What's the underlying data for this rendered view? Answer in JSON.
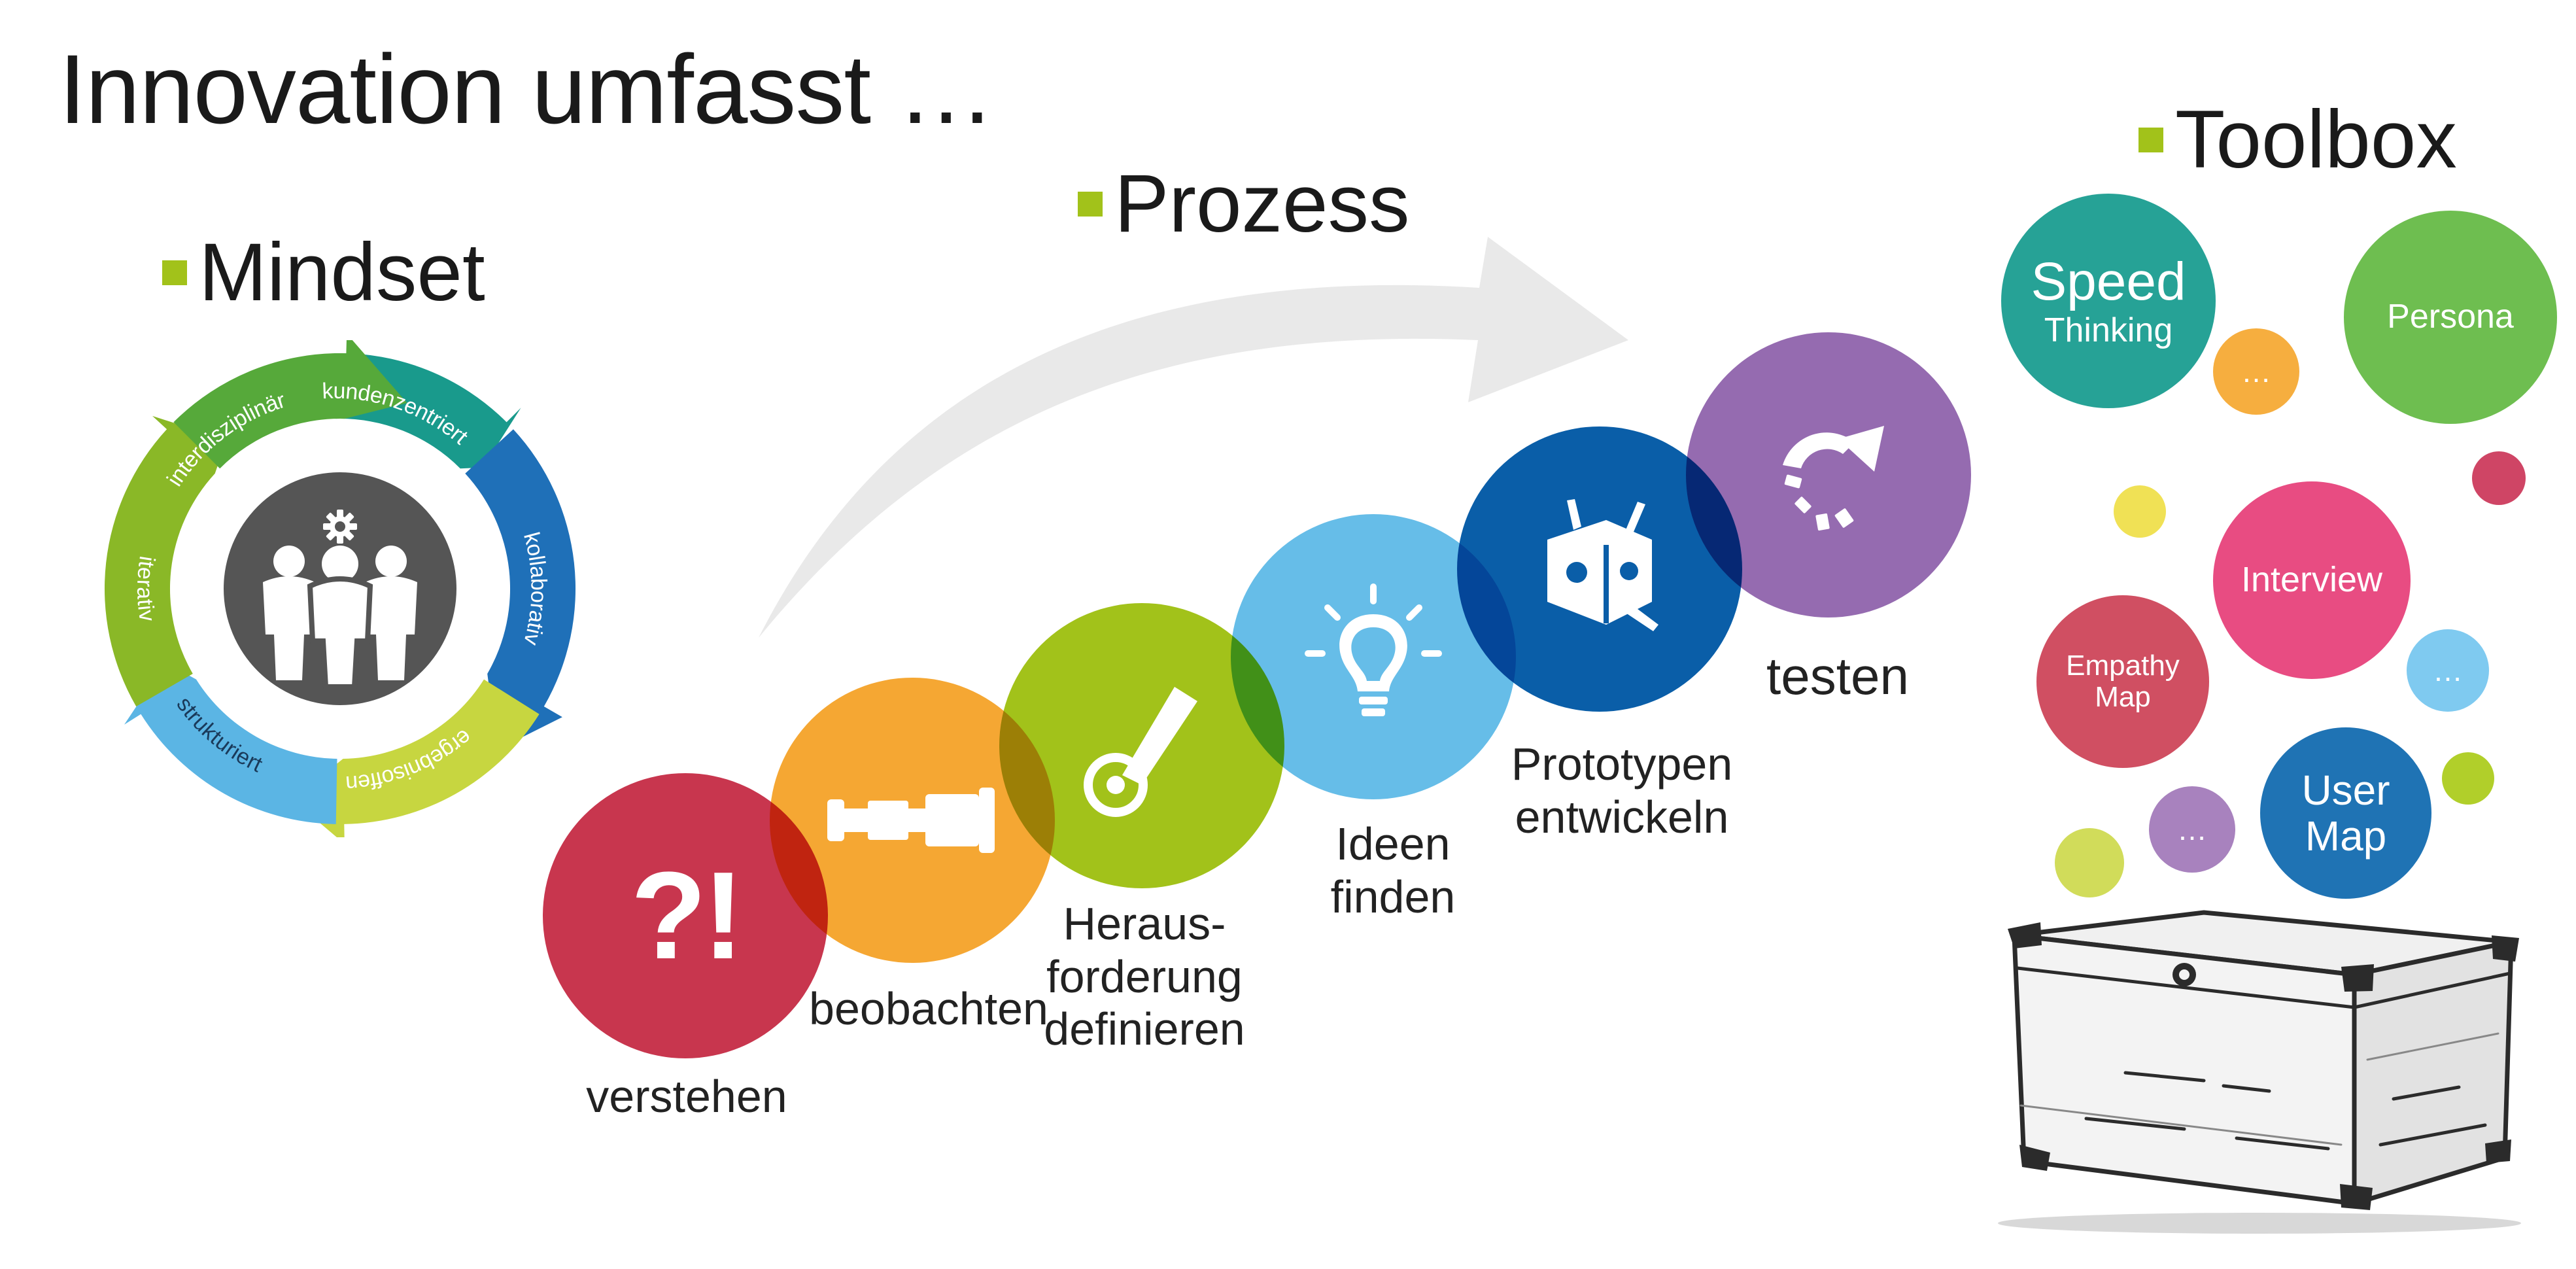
{
  "title": "Innovation umfasst …",
  "mindset": {
    "heading": "Mindset",
    "cycle": [
      "kundenzentriert",
      "kollaborativ",
      "ergebnisoffen",
      "strukturiert",
      "iterativ",
      "interdisziplinär"
    ]
  },
  "prozess": {
    "heading": "Prozess",
    "question_glyph": "?!",
    "steps": [
      {
        "label": "verstehen",
        "color": "#c8364e"
      },
      {
        "label": "beobachten",
        "color": "#f5a733"
      },
      {
        "label": "Heraus-\nforderung\ndefinieren",
        "color": "#a2c21a"
      },
      {
        "label": "Ideen\nfinden",
        "color": "#66bde8"
      },
      {
        "label": "Prototypen\nentwickeln",
        "color": "#0a5ea8"
      },
      {
        "label": "testen",
        "color": "#956bb0"
      }
    ]
  },
  "toolbox": {
    "heading": "Toolbox",
    "items": [
      {
        "label": "Speed",
        "sublabel": "Thinking",
        "color": "#26a296"
      },
      {
        "label": "Persona",
        "color": "#6ebe50"
      },
      {
        "label": "…",
        "color": "#f6ae3f"
      },
      {
        "label": "Interview",
        "color": "#e84c82"
      },
      {
        "label": "Empathy\nMap",
        "color": "#d04f62"
      },
      {
        "label": "…",
        "color": "#7fcaf0"
      },
      {
        "label": "User\nMap",
        "color": "#1f73b4"
      },
      {
        "label": "…",
        "color": "#a882be"
      }
    ],
    "dots": [
      "#f0e155",
      "#cf4565",
      "#d1dc5a",
      "#b1cf2a"
    ]
  }
}
